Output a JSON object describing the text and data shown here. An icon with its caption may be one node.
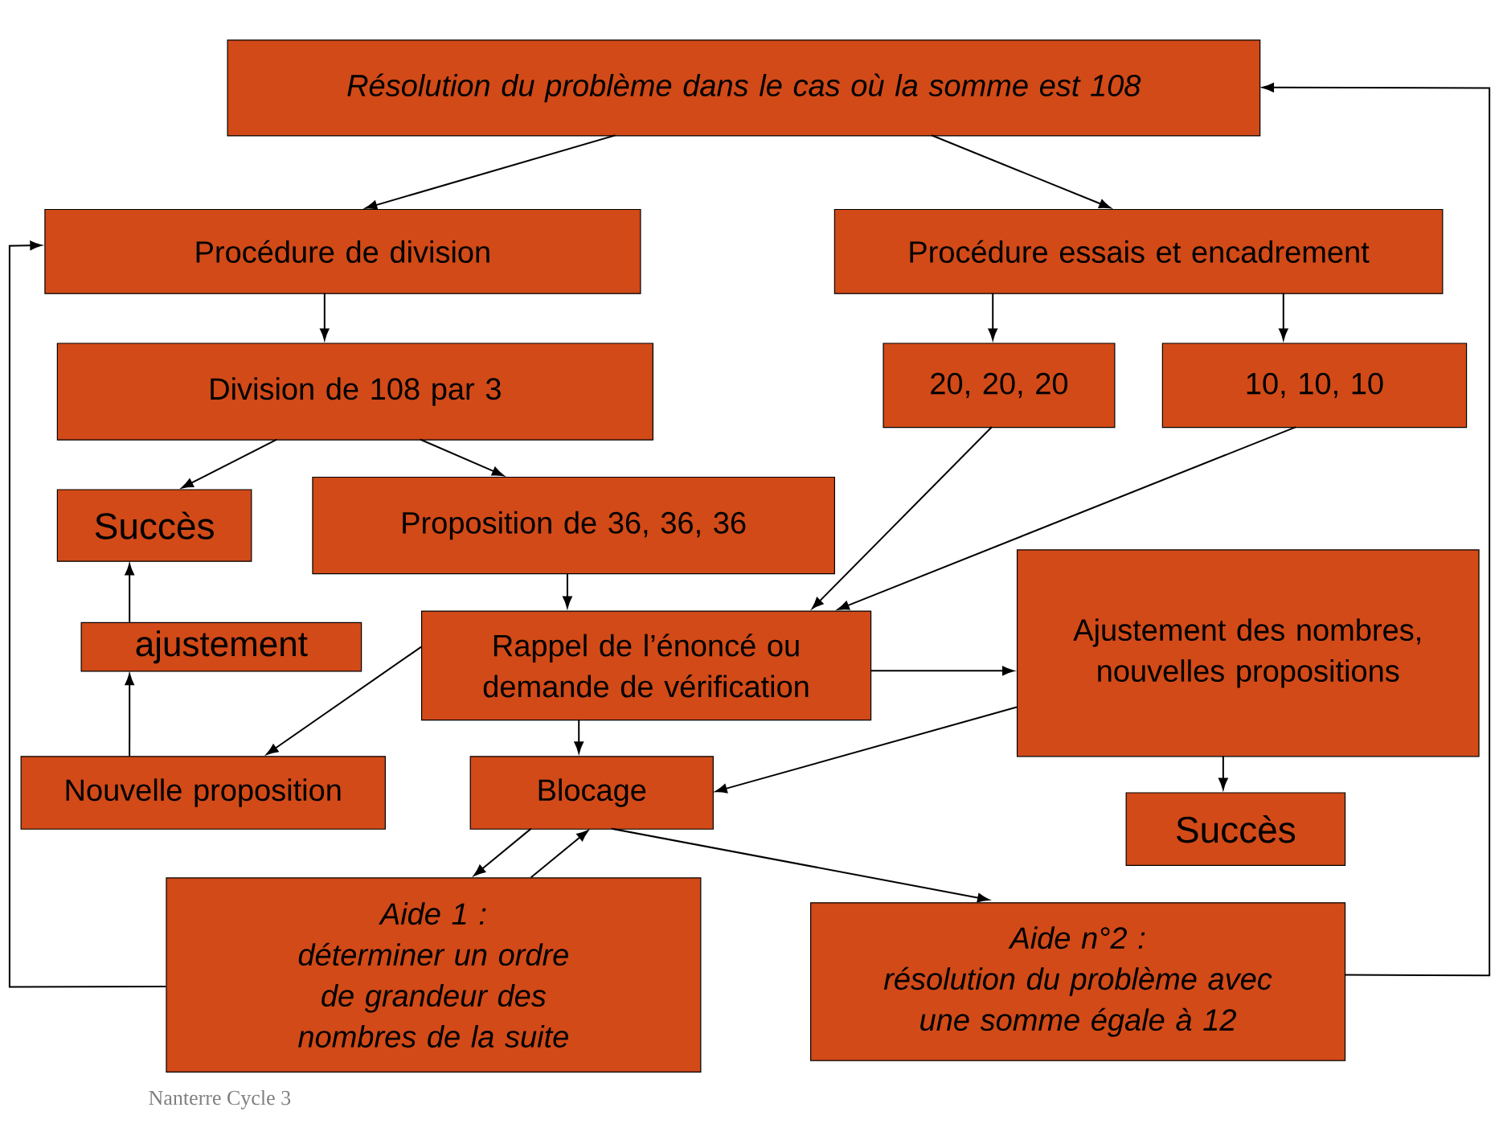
{
  "diagram": {
    "nodes": [
      {
        "text": [
          "Résolution du problème dans le cas où la somme est 108"
        ]
      },
      {
        "text": [
          "Procédure de division"
        ]
      },
      {
        "text": [
          "Procédure essais et encadrement"
        ]
      },
      {
        "text": [
          "Division de 108 par 3"
        ]
      },
      {
        "text": [
          "20, 20, 20"
        ]
      },
      {
        "text": [
          "10, 10, 10"
        ]
      },
      {
        "text": [
          "Succès"
        ]
      },
      {
        "text": [
          "Proposition de 36, 36, 36"
        ]
      },
      {
        "text": [
          "ajustement"
        ]
      },
      {
        "text": [
          "Rappel de l’énoncé ou demande de vérification"
        ]
      },
      {
        "text": [
          "Ajustement des nombres, nouvelles propositions"
        ]
      },
      {
        "text": [
          "Nouvelle proposition"
        ]
      },
      {
        "text": [
          "Blocage"
        ]
      },
      {
        "text": [
          "Succès"
        ]
      },
      {
        "text": [
          "Aide 1 :",
          "déterminer un ordre de grandeur des nombres de la suite"
        ]
      },
      {
        "text": [
          "Aide n°2 :",
          "résolution du problème avec une somme égale à 12"
        ]
      }
    ],
    "edges": [
      {
        "from": 0,
        "to": 1,
        "arrow": "to"
      },
      {
        "from": 0,
        "to": 2,
        "arrow": "to"
      },
      {
        "from": 1,
        "to": 3,
        "arrow": "to"
      },
      {
        "from": 2,
        "to": 4,
        "arrow": "to"
      },
      {
        "from": 2,
        "to": 5,
        "arrow": "to"
      },
      {
        "from": 3,
        "to": 6,
        "arrow": "to"
      },
      {
        "from": 3,
        "to": 7,
        "arrow": "to"
      },
      {
        "from": 7,
        "to": 9,
        "arrow": "to"
      },
      {
        "from": 4,
        "to": 9,
        "arrow": "to"
      },
      {
        "from": 5,
        "to": 9,
        "arrow": "to"
      },
      {
        "from": 9,
        "to": 10,
        "arrow": "to"
      },
      {
        "from": 9,
        "to": 11,
        "arrow": "to"
      },
      {
        "from": 9,
        "to": 12,
        "arrow": "to"
      },
      {
        "from": 11,
        "to": 8,
        "arrow": "to"
      },
      {
        "from": 8,
        "to": 6,
        "arrow": "to"
      },
      {
        "from": 10,
        "to": 12,
        "arrow": "to"
      },
      {
        "from": 10,
        "to": 13,
        "arrow": "to"
      },
      {
        "from": 12,
        "to": 14,
        "arrow": "to"
      },
      {
        "from": 14,
        "to": 12,
        "arrow": "to"
      },
      {
        "from": 12,
        "to": 15,
        "arrow": "to"
      },
      {
        "from": 15,
        "to": 0,
        "arrow": "to"
      },
      {
        "from": 14,
        "to": 1,
        "arrow": "to"
      }
    ],
    "labels": [
      "Nanterre Cycle 3"
    ]
  }
}
